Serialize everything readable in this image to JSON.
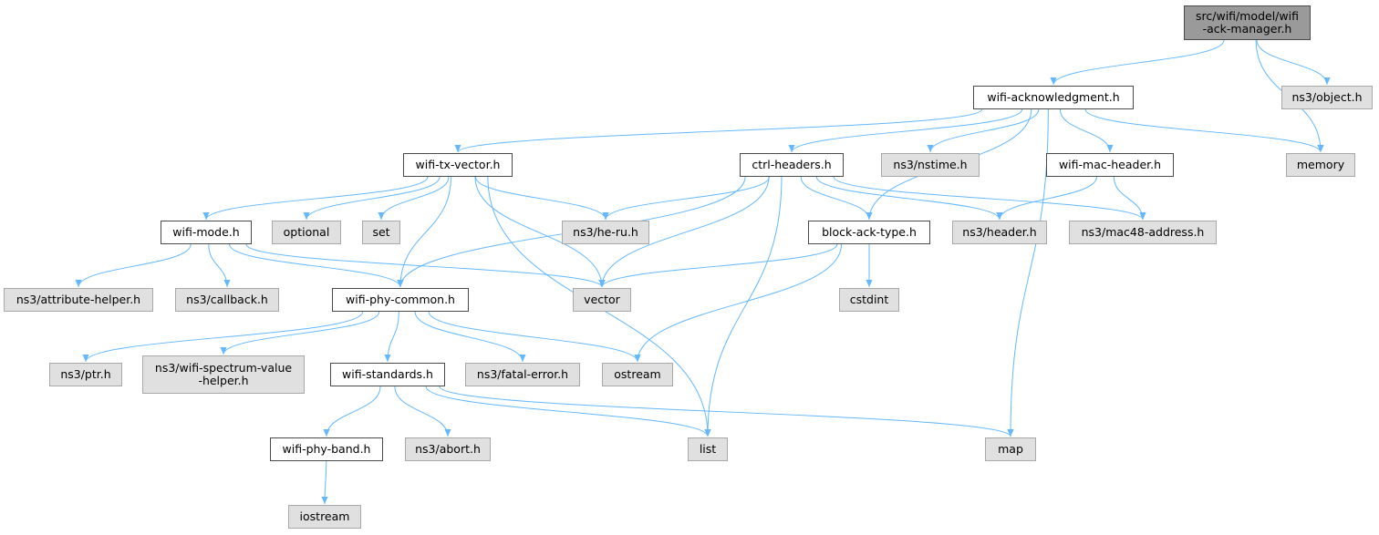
{
  "graph": {
    "edge_color": "#63b8ff",
    "nodes": [
      {
        "id": "root",
        "label": "src/wifi/model/wifi\n-ack-manager.h",
        "style": "root"
      },
      {
        "id": "ack",
        "label": "wifi-acknowledgment.h",
        "style": "doc"
      },
      {
        "id": "object",
        "label": "ns3/object.h",
        "style": "sys"
      },
      {
        "id": "memory",
        "label": "memory",
        "style": "sys"
      },
      {
        "id": "txv",
        "label": "wifi-tx-vector.h",
        "style": "doc"
      },
      {
        "id": "ctrl",
        "label": "ctrl-headers.h",
        "style": "doc"
      },
      {
        "id": "nstime",
        "label": "ns3/nstime.h",
        "style": "sys"
      },
      {
        "id": "mach",
        "label": "wifi-mac-header.h",
        "style": "doc"
      },
      {
        "id": "mode",
        "label": "wifi-mode.h",
        "style": "doc"
      },
      {
        "id": "optional",
        "label": "optional",
        "style": "sys"
      },
      {
        "id": "set",
        "label": "set",
        "style": "sys"
      },
      {
        "id": "heru",
        "label": "ns3/he-ru.h",
        "style": "sys"
      },
      {
        "id": "bat",
        "label": "block-ack-type.h",
        "style": "doc"
      },
      {
        "id": "header",
        "label": "ns3/header.h",
        "style": "sys"
      },
      {
        "id": "mac48",
        "label": "ns3/mac48-address.h",
        "style": "sys"
      },
      {
        "id": "attr",
        "label": "ns3/attribute-helper.h",
        "style": "sys"
      },
      {
        "id": "cb",
        "label": "ns3/callback.h",
        "style": "sys"
      },
      {
        "id": "phyc",
        "label": "wifi-phy-common.h",
        "style": "doc"
      },
      {
        "id": "vector",
        "label": "vector",
        "style": "sys"
      },
      {
        "id": "cstdint",
        "label": "cstdint",
        "style": "sys"
      },
      {
        "id": "ptr",
        "label": "ns3/ptr.h",
        "style": "sys"
      },
      {
        "id": "spec",
        "label": "ns3/wifi-spectrum-value\n-helper.h",
        "style": "sys"
      },
      {
        "id": "std",
        "label": "wifi-standards.h",
        "style": "doc"
      },
      {
        "id": "fatal",
        "label": "ns3/fatal-error.h",
        "style": "sys"
      },
      {
        "id": "ostream",
        "label": "ostream",
        "style": "sys"
      },
      {
        "id": "band",
        "label": "wifi-phy-band.h",
        "style": "doc"
      },
      {
        "id": "abort",
        "label": "ns3/abort.h",
        "style": "sys"
      },
      {
        "id": "list",
        "label": "list",
        "style": "sys"
      },
      {
        "id": "map",
        "label": "map",
        "style": "sys"
      },
      {
        "id": "iostream",
        "label": "iostream",
        "style": "sys"
      }
    ],
    "edges": [
      [
        "root",
        "ack"
      ],
      [
        "root",
        "object"
      ],
      [
        "root",
        "memory"
      ],
      [
        "ack",
        "txv"
      ],
      [
        "ack",
        "ctrl"
      ],
      [
        "ack",
        "nstime"
      ],
      [
        "ack",
        "mach"
      ],
      [
        "ack",
        "bat"
      ],
      [
        "ack",
        "memory"
      ],
      [
        "ack",
        "map"
      ],
      [
        "txv",
        "mode"
      ],
      [
        "txv",
        "optional"
      ],
      [
        "txv",
        "set"
      ],
      [
        "txv",
        "heru"
      ],
      [
        "txv",
        "phyc"
      ],
      [
        "txv",
        "vector"
      ],
      [
        "txv",
        "list"
      ],
      [
        "ctrl",
        "heru"
      ],
      [
        "ctrl",
        "bat"
      ],
      [
        "ctrl",
        "header"
      ],
      [
        "ctrl",
        "mac48"
      ],
      [
        "ctrl",
        "phyc"
      ],
      [
        "ctrl",
        "vector"
      ],
      [
        "ctrl",
        "list"
      ],
      [
        "mach",
        "header"
      ],
      [
        "mach",
        "mac48"
      ],
      [
        "mode",
        "attr"
      ],
      [
        "mode",
        "cb"
      ],
      [
        "mode",
        "phyc"
      ],
      [
        "mode",
        "vector"
      ],
      [
        "bat",
        "vector"
      ],
      [
        "bat",
        "cstdint"
      ],
      [
        "bat",
        "ostream"
      ],
      [
        "phyc",
        "ptr"
      ],
      [
        "phyc",
        "spec"
      ],
      [
        "phyc",
        "std"
      ],
      [
        "phyc",
        "fatal"
      ],
      [
        "phyc",
        "ostream"
      ],
      [
        "std",
        "band"
      ],
      [
        "std",
        "abort"
      ],
      [
        "std",
        "list"
      ],
      [
        "std",
        "map"
      ],
      [
        "band",
        "iostream"
      ]
    ]
  }
}
